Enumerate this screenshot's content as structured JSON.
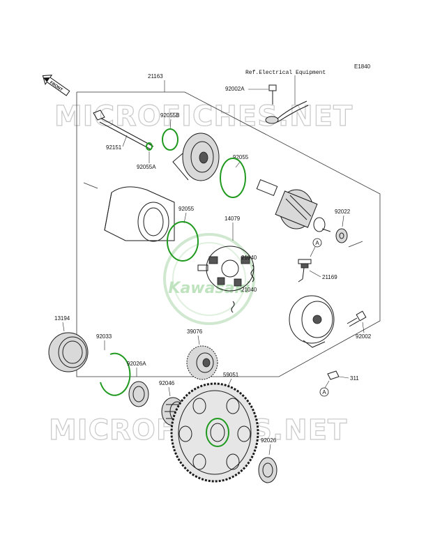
{
  "diagram": {
    "code": "E1840",
    "front_badge": "FRONT",
    "ref_note": "Ref.Electrical Equipment",
    "watermark_text": "MICROFICHES.NET",
    "logo_text": "Kawasaki",
    "callout_a": "A",
    "ring_color": "#1f9a1f",
    "parts": {
      "p21163": "21163",
      "p92002a": "92002A",
      "p92055b": "92055B",
      "p92151": "92151",
      "p92055a": "92055A",
      "p92055_top": "92055",
      "p92055_mid": "92055",
      "p14079": "14079",
      "p92022": "92022",
      "p21040_a": "21040",
      "p21040_b": "21040",
      "p21169": "21169",
      "p92002": "92002",
      "p13194": "13194",
      "p92033": "92033",
      "p39076": "39076",
      "p92026a": "92026A",
      "p92046": "92046",
      "p59051": "59051",
      "p311": "311",
      "p92026": "92026"
    }
  }
}
